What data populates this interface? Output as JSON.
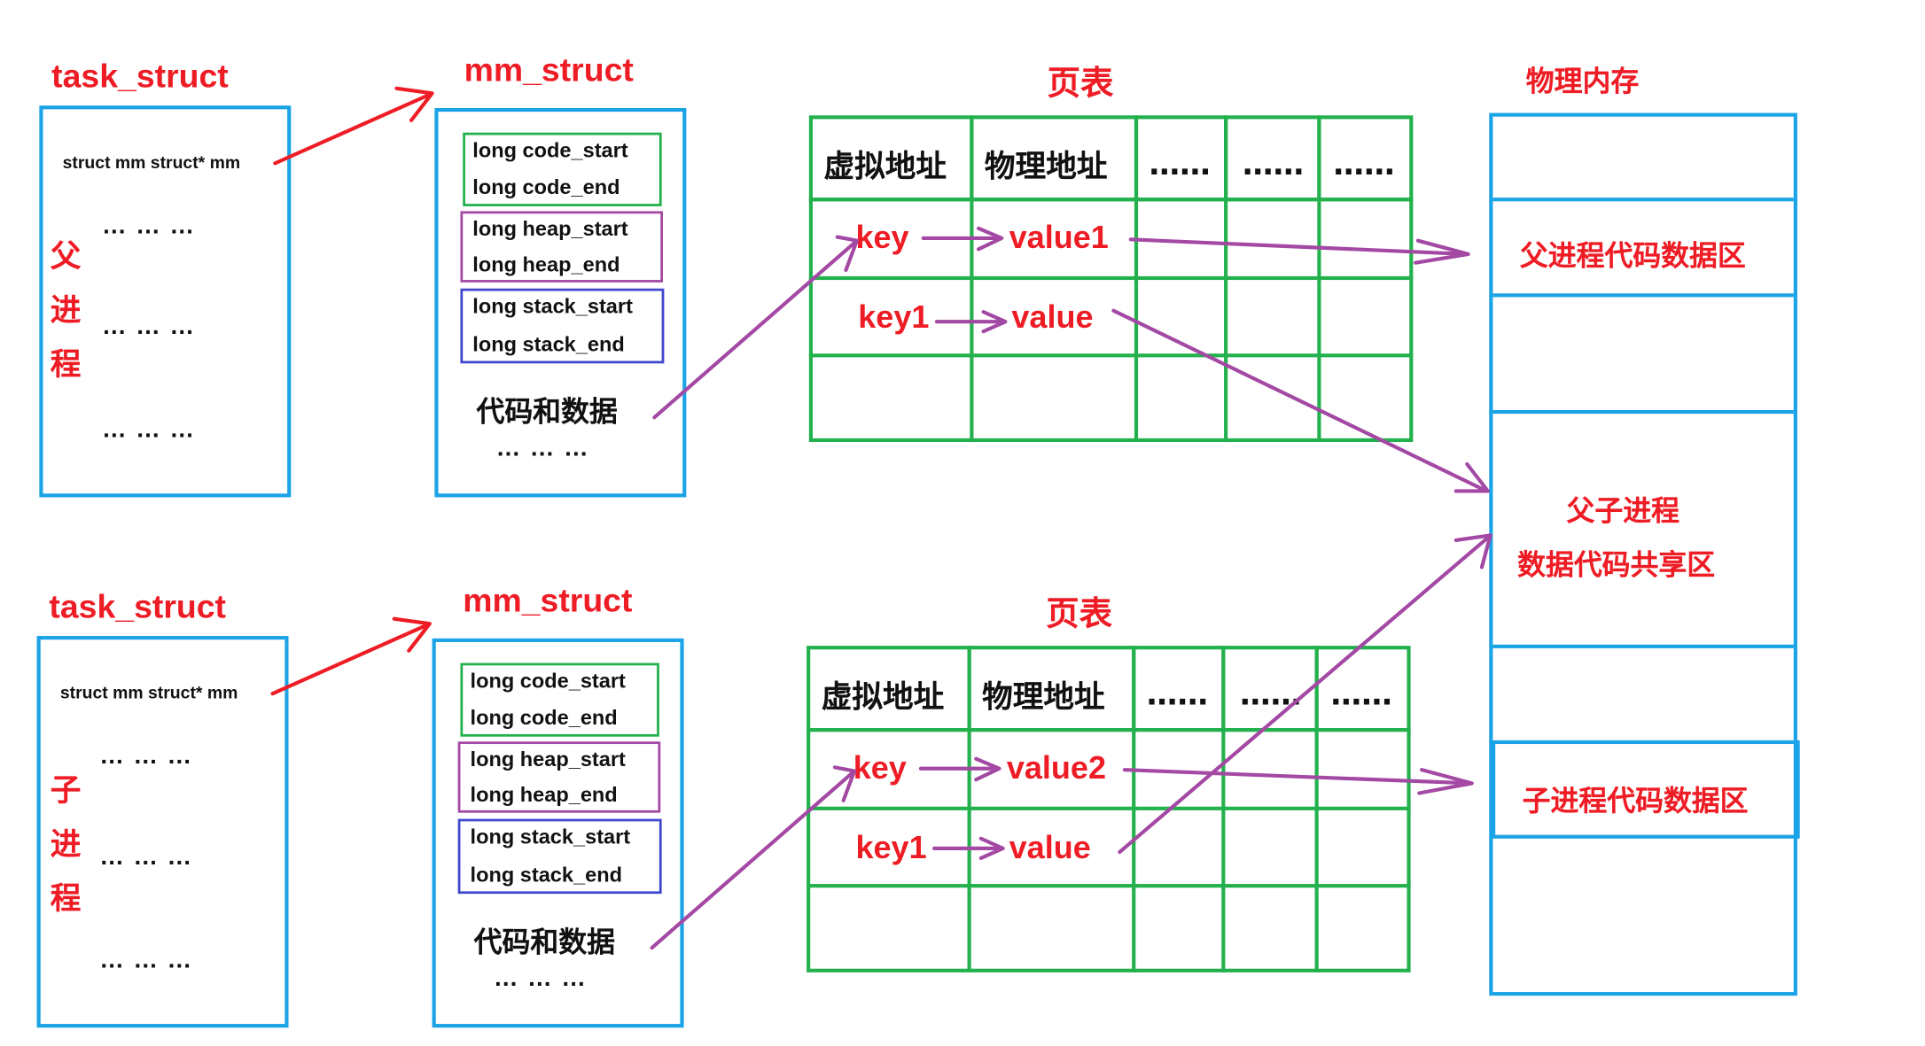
{
  "parent": {
    "task_struct_label": "task_struct",
    "mm_ptr_text": "struct mm  struct* mm",
    "process_chars": [
      "父",
      "进",
      "程"
    ],
    "task_dots": [
      "… … …",
      "… … …",
      "… … …"
    ],
    "mm_struct_label": "mm_struct",
    "fields": [
      "long  code_start",
      "long  code_end",
      "long  heap_start",
      "long  heap_end",
      "long  stack_start",
      "long  stack_end"
    ],
    "code_data_label": "代码和数据",
    "mm_dots": "… … …",
    "page_table_title": "页表",
    "table_headers": [
      "虚拟地址",
      "物理地址",
      "……",
      "……",
      "……"
    ],
    "row1": {
      "key": "key",
      "value": "value1"
    },
    "row2": {
      "key": "key1",
      "value": "value"
    }
  },
  "child": {
    "task_struct_label": "task_struct",
    "mm_ptr_text": "struct mm  struct* mm",
    "process_chars": [
      "子",
      "进",
      "程"
    ],
    "task_dots": [
      "… … …",
      "… … …",
      "… … …"
    ],
    "mm_struct_label": "mm_struct",
    "fields": [
      "long  code_start",
      "long  code_end",
      "long  heap_start",
      "long  heap_end",
      "long  stack_start",
      "long  stack_end"
    ],
    "code_data_label": "代码和数据",
    "mm_dots": "… … …",
    "page_table_title": "页表",
    "table_headers": [
      "虚拟地址",
      "物理地址",
      "……",
      "……",
      "……"
    ],
    "row1": {
      "key": "key",
      "value": "value2"
    },
    "row2": {
      "key": "key1",
      "value": "value"
    }
  },
  "physical_memory": {
    "title": "物理内存",
    "parent_region": "父进程代码数据区",
    "shared_region_line1": "父子进程",
    "shared_region_line2": "数据代码共享区",
    "child_region": "子进程代码数据区"
  },
  "colors": {
    "red": "#ee1c24",
    "blue_box": "#1aa3e6",
    "green_table": "#22b14c",
    "purple_arrow": "#a349a4",
    "indigo_field": "#3f48cc"
  }
}
